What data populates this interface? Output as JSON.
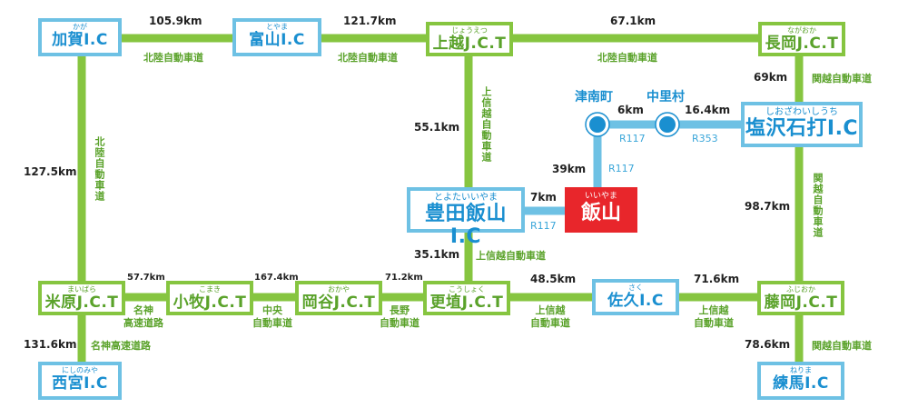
{
  "nodes": {
    "kaga": {
      "ruby": "かが",
      "name": "加賀I.C"
    },
    "toyama": {
      "ruby": "とやま",
      "name": "富山I.C"
    },
    "joetsu": {
      "ruby": "じょうえつ",
      "name": "上越J.C.T"
    },
    "nagaoka": {
      "ruby": "ながおか",
      "name": "長岡J.C.T"
    },
    "shiozawa": {
      "ruby": "しおざわいしうち",
      "name": "塩沢石打I.C"
    },
    "toyota": {
      "ruby": "とよたいいやま",
      "name": "豊田飯山I.C"
    },
    "iiyama": {
      "ruby": "いいやま",
      "name": "飯山"
    },
    "maibara": {
      "ruby": "まいばら",
      "name": "米原J.C.T"
    },
    "komaki": {
      "ruby": "こまき",
      "name": "小牧J.C.T"
    },
    "okaya": {
      "ruby": "おかや",
      "name": "岡谷J.C.T"
    },
    "koshoku": {
      "ruby": "こうしょく",
      "name": "更埴J.C.T"
    },
    "saku": {
      "ruby": "さく",
      "name": "佐久I.C"
    },
    "fujioka": {
      "ruby": "ふじおか",
      "name": "藤岡J.C.T"
    },
    "nishinomiya": {
      "ruby": "にしのみや",
      "name": "西宮I.C"
    },
    "nerima": {
      "ruby": "ねりま",
      "name": "練馬I.C"
    }
  },
  "towns": {
    "tsunan": "津南町",
    "nakasato": "中里村"
  },
  "distances": {
    "kaga_toyama": "105.9km",
    "toyama_joetsu": "121.7km",
    "joetsu_nagaoka": "67.1km",
    "nagaoka_shiozawa": "69km",
    "joetsu_toyota": "55.1km",
    "kaga_maibara": "127.5km",
    "tsunan_nakasato": "6km",
    "nakasato_shiozawa": "16.4km",
    "tsunan_iiyama": "39km",
    "toyota_iiyama": "7km",
    "shiozawa_fujioka": "98.7km",
    "toyota_koshoku": "35.1km",
    "maibara_komaki": "57.7km",
    "komaki_okaya": "167.4km",
    "okaya_koshoku": "71.2km",
    "koshoku_saku": "48.5km",
    "saku_fujioka": "71.6km",
    "maibara_nishinomiya": "131.6km",
    "fujioka_nerima": "78.6km"
  },
  "roads": {
    "hokuriku": "北陸自動車道",
    "jouetsu_shinetsu": "上信越自動車道",
    "kanetsu": "関越自動車道",
    "meishin": "名神高速道路",
    "meishin_stack_1": "名神",
    "meishin_stack_2": "高速道路",
    "chuo_1": "中央",
    "chuo_2": "自動車道",
    "nagano_1": "長野",
    "nagano_2": "自動車道",
    "joshinetsu_1": "上信越",
    "joshinetsu_2": "自動車道",
    "r117": "R117",
    "r353": "R353"
  },
  "colors": {
    "highway": "#86c540",
    "local": "#6ec1e4",
    "destination": "#e8262b",
    "distance_text": "#222222"
  }
}
